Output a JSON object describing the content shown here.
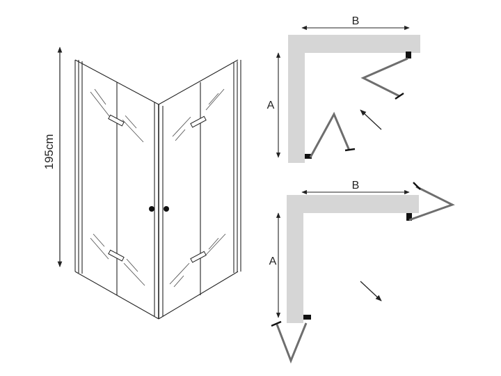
{
  "elevation": {
    "height_label": "195cm"
  },
  "plan_inward": {
    "label_a": "A",
    "label_b": "B"
  },
  "plan_outward": {
    "label_a": "A",
    "label_b": "B"
  },
  "colors": {
    "line": "#222222",
    "wall_fill": "#d6d6d6",
    "door_leaf": "#6e6e6e",
    "hinge": "#111111"
  }
}
